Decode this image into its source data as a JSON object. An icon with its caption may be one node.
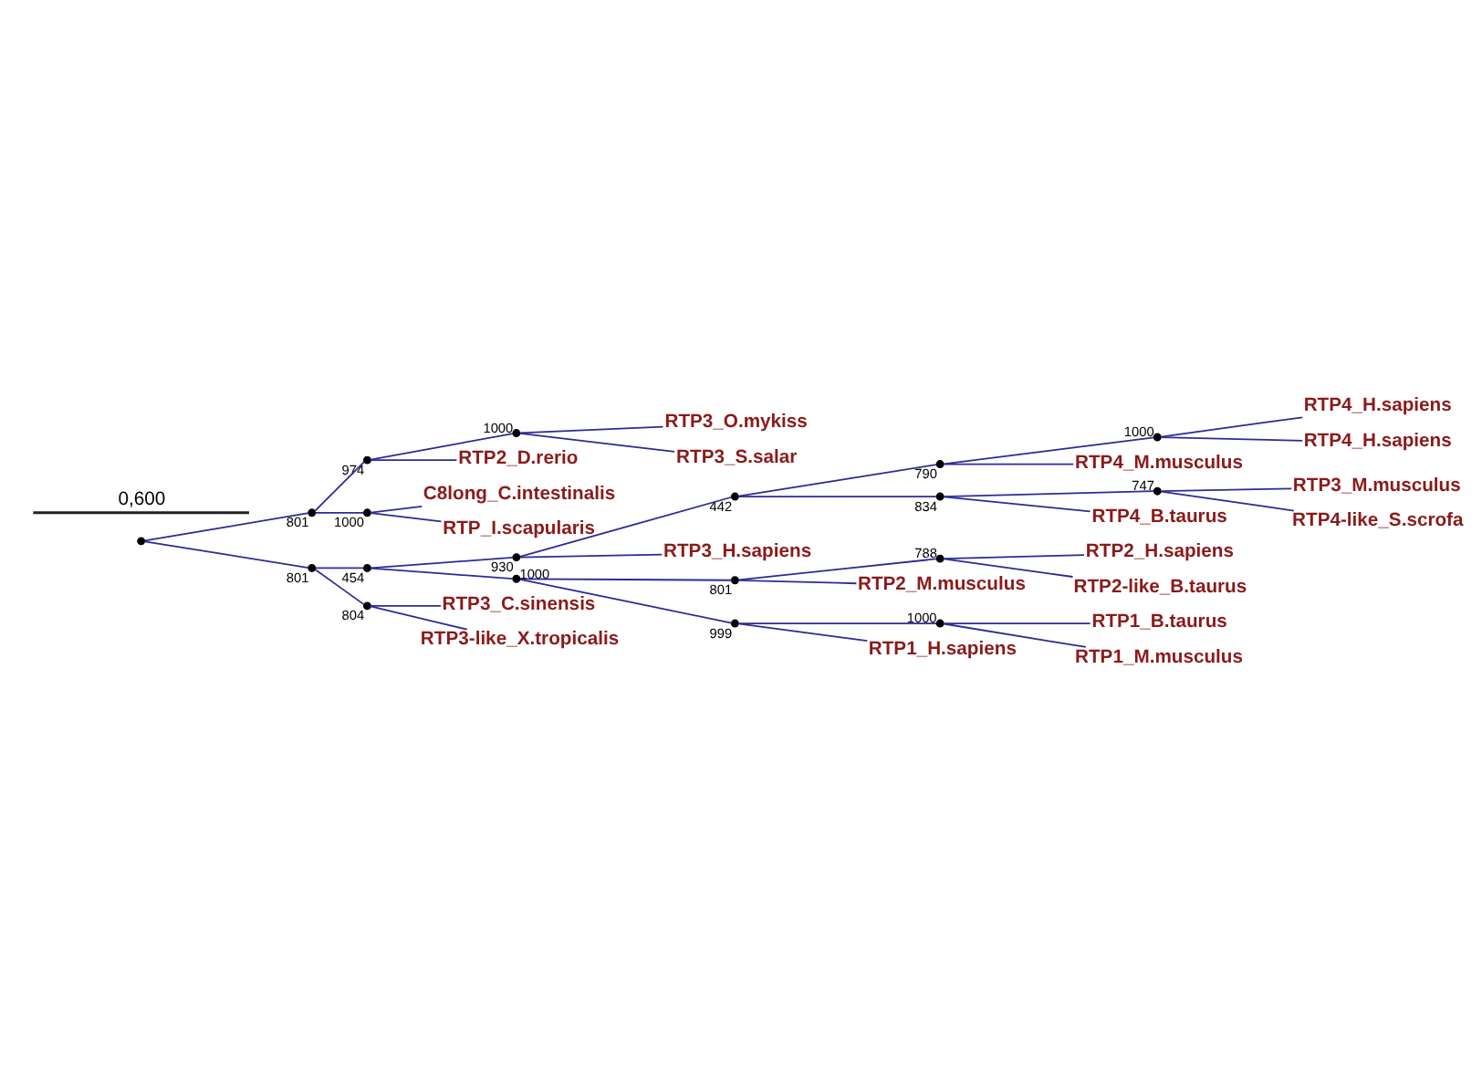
{
  "diagram": {
    "nodes": [
      {
        "text": [],
        "shape": "point"
      },
      {
        "text": [],
        "shape": "point",
        "beside": [
          "801"
        ]
      },
      {
        "text": [],
        "shape": "point",
        "beside": [
          "974"
        ]
      },
      {
        "text": [],
        "shape": "point",
        "beside": [
          "1000"
        ]
      },
      {
        "text": [
          "RTP3_O.mykiss"
        ]
      },
      {
        "text": [
          "RTP3_S.salar"
        ]
      },
      {
        "text": [
          "RTP2_D.rerio"
        ]
      },
      {
        "text": [],
        "shape": "point",
        "beside": [
          "1000"
        ]
      },
      {
        "text": [
          "C8long_C.intestinalis"
        ]
      },
      {
        "text": [
          "RTP_I.scapularis"
        ]
      },
      {
        "text": [],
        "shape": "point",
        "beside": [
          "801"
        ]
      },
      {
        "text": [],
        "shape": "point",
        "beside": [
          "454"
        ]
      },
      {
        "text": [],
        "shape": "point",
        "beside": [
          "930"
        ]
      },
      {
        "text": [],
        "shape": "point",
        "beside": [
          "442"
        ]
      },
      {
        "text": [],
        "shape": "point",
        "beside": [
          "790"
        ]
      },
      {
        "text": [],
        "shape": "point",
        "beside": [
          "1000"
        ]
      },
      {
        "text": [
          "RTP4_H.sapiens"
        ]
      },
      {
        "text": [
          "RTP4_H.sapiens"
        ]
      },
      {
        "text": [
          "RTP4_M.musculus"
        ]
      },
      {
        "text": [],
        "shape": "point",
        "beside": [
          "834"
        ]
      },
      {
        "text": [],
        "shape": "point",
        "beside": [
          "747"
        ]
      },
      {
        "text": [
          "RTP3_M.musculus"
        ]
      },
      {
        "text": [
          "RTP4-like_S.scrofa"
        ]
      },
      {
        "text": [
          "RTP4_B.taurus"
        ]
      },
      {
        "text": [
          "RTP3_H.sapiens"
        ]
      },
      {
        "text": [],
        "shape": "point",
        "beside": [
          "1000"
        ]
      },
      {
        "text": [],
        "shape": "point",
        "beside": [
          "801"
        ]
      },
      {
        "text": [],
        "shape": "point",
        "beside": [
          "788"
        ]
      },
      {
        "text": [
          "RTP2_H.sapiens"
        ]
      },
      {
        "text": [
          "RTP2-like_B.taurus"
        ]
      },
      {
        "text": [
          "RTP2_M.musculus"
        ]
      },
      {
        "text": [],
        "shape": "point",
        "beside": [
          "999"
        ]
      },
      {
        "text": [],
        "shape": "point",
        "beside": [
          "1000"
        ]
      },
      {
        "text": [
          "RTP1_B.taurus"
        ]
      },
      {
        "text": [
          "RTP1_M.musculus"
        ]
      },
      {
        "text": [
          "RTP1_H.sapiens"
        ]
      },
      {
        "text": [],
        "shape": "point",
        "beside": [
          "804"
        ]
      },
      {
        "text": [
          "RTP3_C.sinensis"
        ]
      },
      {
        "text": [
          "RTP3-like_X.tropicalis"
        ]
      }
    ],
    "edges": [
      {
        "from": 0,
        "to": 1,
        "arrow": "none"
      },
      {
        "from": 1,
        "to": 2,
        "arrow": "none"
      },
      {
        "from": 2,
        "to": 3,
        "arrow": "none"
      },
      {
        "from": 3,
        "to": 4,
        "arrow": "none"
      },
      {
        "from": 3,
        "to": 5,
        "arrow": "none"
      },
      {
        "from": 2,
        "to": 6,
        "arrow": "none"
      },
      {
        "from": 1,
        "to": 7,
        "arrow": "none"
      },
      {
        "from": 7,
        "to": 8,
        "arrow": "none"
      },
      {
        "from": 7,
        "to": 9,
        "arrow": "none"
      },
      {
        "from": 0,
        "to": 10,
        "arrow": "none"
      },
      {
        "from": 10,
        "to": 11,
        "arrow": "none"
      },
      {
        "from": 11,
        "to": 12,
        "arrow": "none"
      },
      {
        "from": 12,
        "to": 13,
        "arrow": "none"
      },
      {
        "from": 13,
        "to": 14,
        "arrow": "none"
      },
      {
        "from": 14,
        "to": 15,
        "arrow": "none"
      },
      {
        "from": 15,
        "to": 16,
        "arrow": "none"
      },
      {
        "from": 15,
        "to": 17,
        "arrow": "none"
      },
      {
        "from": 14,
        "to": 18,
        "arrow": "none"
      },
      {
        "from": 13,
        "to": 19,
        "arrow": "none"
      },
      {
        "from": 19,
        "to": 20,
        "arrow": "none"
      },
      {
        "from": 20,
        "to": 21,
        "arrow": "none"
      },
      {
        "from": 20,
        "to": 22,
        "arrow": "none"
      },
      {
        "from": 19,
        "to": 23,
        "arrow": "none"
      },
      {
        "from": 12,
        "to": 24,
        "arrow": "none"
      },
      {
        "from": 11,
        "to": 25,
        "arrow": "none"
      },
      {
        "from": 25,
        "to": 26,
        "arrow": "none"
      },
      {
        "from": 26,
        "to": 27,
        "arrow": "none"
      },
      {
        "from": 27,
        "to": 28,
        "arrow": "none"
      },
      {
        "from": 27,
        "to": 29,
        "arrow": "none"
      },
      {
        "from": 26,
        "to": 30,
        "arrow": "none"
      },
      {
        "from": 25,
        "to": 31,
        "arrow": "none"
      },
      {
        "from": 31,
        "to": 32,
        "arrow": "none"
      },
      {
        "from": 32,
        "to": 33,
        "arrow": "none"
      },
      {
        "from": 32,
        "to": 34,
        "arrow": "none"
      },
      {
        "from": 31,
        "to": 35,
        "arrow": "none"
      },
      {
        "from": 10,
        "to": 36,
        "arrow": "none"
      },
      {
        "from": 36,
        "to": 37,
        "arrow": "none"
      },
      {
        "from": 36,
        "to": 38,
        "arrow": "none"
      }
    ],
    "labels": [
      "0,600"
    ]
  }
}
